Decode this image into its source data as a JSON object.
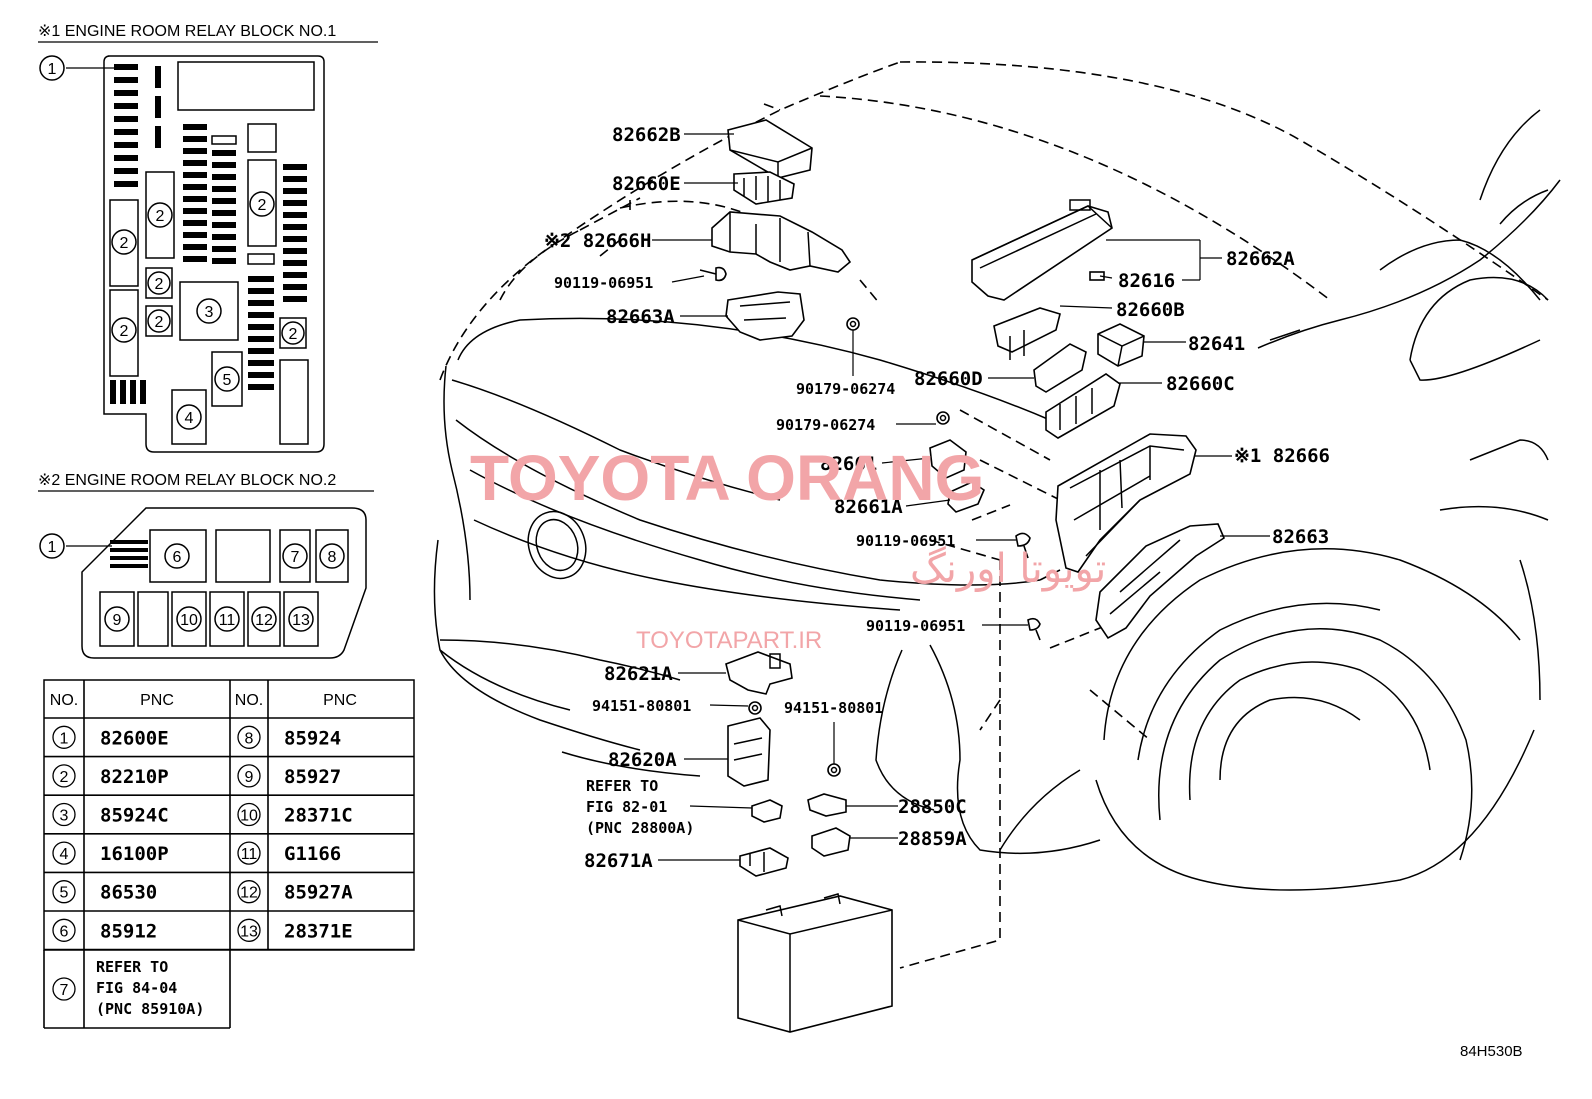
{
  "relay_block_1": {
    "title": "※1 ENGINE ROOM RELAY BLOCK NO.1",
    "markers": [
      "1",
      "2",
      "2",
      "2",
      "2",
      "2",
      "2",
      "3",
      "4",
      "5"
    ]
  },
  "relay_block_2": {
    "title": "※2 ENGINE ROOM RELAY BLOCK NO.2",
    "markers": [
      "1",
      "6",
      "7",
      "8",
      "9",
      "10",
      "11",
      "12",
      "13"
    ]
  },
  "pnc_table": {
    "headers": [
      "NO.",
      "PNC",
      "NO.",
      "PNC"
    ],
    "left_rows": [
      {
        "no": "1",
        "pnc": "82600E"
      },
      {
        "no": "2",
        "pnc": "82210P"
      },
      {
        "no": "3",
        "pnc": "85924C"
      },
      {
        "no": "4",
        "pnc": "16100P"
      },
      {
        "no": "5",
        "pnc": "86530"
      },
      {
        "no": "6",
        "pnc": "85912"
      },
      {
        "no": "7",
        "pnc": "REFER TO\nFIG 84-04\n(PNC 85910A)"
      }
    ],
    "right_rows": [
      {
        "no": "8",
        "pnc": "85924"
      },
      {
        "no": "9",
        "pnc": "85927"
      },
      {
        "no": "10",
        "pnc": "28371C"
      },
      {
        "no": "11",
        "pnc": "G1166"
      },
      {
        "no": "12",
        "pnc": "85927A"
      },
      {
        "no": "13",
        "pnc": "28371E"
      }
    ]
  },
  "callouts": {
    "c82662B": "82662B",
    "c82660E": "82660E",
    "c82666H": "※2 82666H",
    "c90119a": "90119-06951",
    "c82663A": "82663A",
    "c90179a": "90179-06274",
    "c82662A": "82662A",
    "c82616": "82616",
    "c82660B": "82660B",
    "c82641": "82641",
    "c82660D": "82660D",
    "c82660C": "82660C",
    "c90179b": "90179-06274",
    "c82666": "※1 82666",
    "c82661": "82661",
    "c82661A": "82661A",
    "c90119b": "90119-06951",
    "c82663": "82663",
    "c90119c": "90119-06951",
    "c82621A": "82621A",
    "c94151a": "94151-80801",
    "c94151b": "94151-80801",
    "c82620A": "82620A",
    "refer1": "REFER TO",
    "refer2": "FIG 82-01",
    "refer3": "(PNC 28800A)",
    "c28850C": "28850C",
    "c28859A": "28859A",
    "c82671A": "82671A"
  },
  "watermark": {
    "brand": "TOYOTA ORANG",
    "brand_fa": "تویوتا اورنگ",
    "site": "TOYOTAPART.IR"
  },
  "figure_code": "84H530B"
}
